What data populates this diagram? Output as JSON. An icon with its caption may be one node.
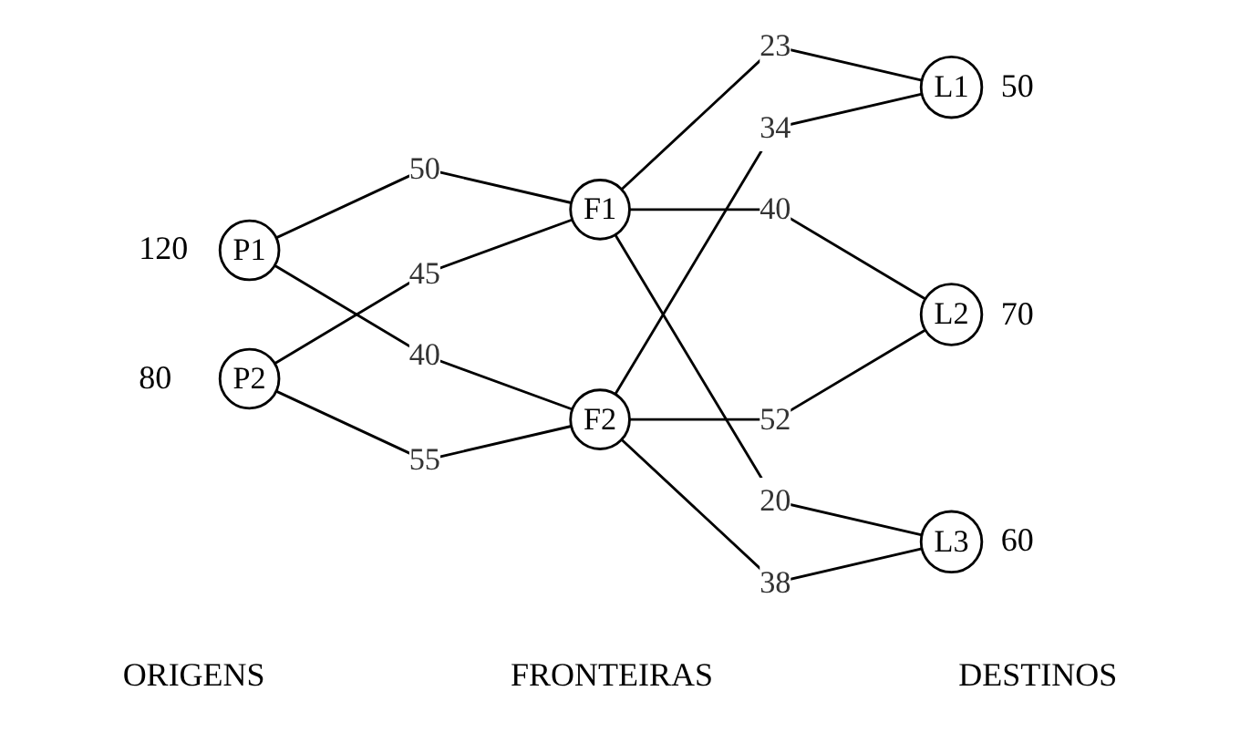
{
  "diagram": {
    "nodes": [
      {
        "text": [
          "P1"
        ],
        "beside": [
          "120"
        ]
      },
      {
        "text": [
          "P2"
        ],
        "beside": [
          "80"
        ]
      },
      {
        "text": [
          "F1"
        ]
      },
      {
        "text": [
          "F2"
        ]
      },
      {
        "text": [
          "L1"
        ],
        "beside": [
          "50"
        ]
      },
      {
        "text": [
          "L2"
        ],
        "beside": [
          "70"
        ]
      },
      {
        "text": [
          "L3"
        ],
        "beside": [
          "60"
        ]
      }
    ],
    "edges": [
      {
        "from": 0,
        "to": 2,
        "arrow": "none",
        "label": "50"
      },
      {
        "from": 0,
        "to": 3,
        "arrow": "none",
        "label": "40"
      },
      {
        "from": 1,
        "to": 2,
        "arrow": "none",
        "label": "45"
      },
      {
        "from": 1,
        "to": 3,
        "arrow": "none",
        "label": "55"
      },
      {
        "from": 2,
        "to": 4,
        "arrow": "none",
        "label": "23"
      },
      {
        "from": 2,
        "to": 5,
        "arrow": "none",
        "label": "40"
      },
      {
        "from": 2,
        "to": 6,
        "arrow": "none",
        "label": "20"
      },
      {
        "from": 3,
        "to": 4,
        "arrow": "none",
        "label": "34"
      },
      {
        "from": 3,
        "to": 5,
        "arrow": "none",
        "label": "52"
      },
      {
        "from": 3,
        "to": 6,
        "arrow": "none",
        "label": "38"
      }
    ],
    "labels": [
      "ORIGENS",
      "FRONTEIRAS",
      "DESTINOS"
    ]
  }
}
